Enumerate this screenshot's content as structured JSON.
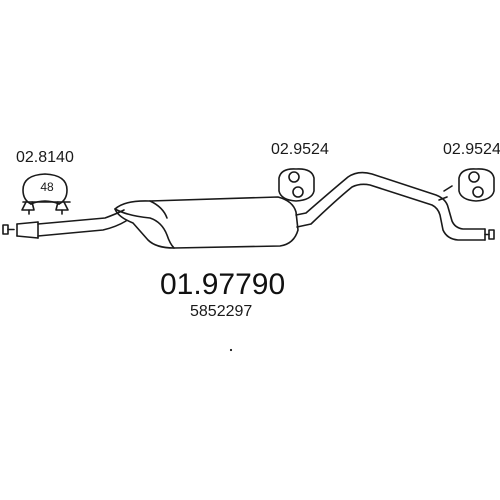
{
  "parts": {
    "clamp": {
      "code": "02.8140",
      "size": "48"
    },
    "hanger_middle": {
      "code": "02.9524"
    },
    "hanger_rear": {
      "code": "02.9524"
    },
    "silencer": {
      "part_number": "01.97790",
      "oe_number": "5852297"
    }
  },
  "colors": {
    "line": "#1a1a1a",
    "background": "#ffffff"
  },
  "icons": [
    "clamp-icon",
    "hanger-icon",
    "pipe-flange-icon",
    "exhaust-silencer-icon"
  ]
}
